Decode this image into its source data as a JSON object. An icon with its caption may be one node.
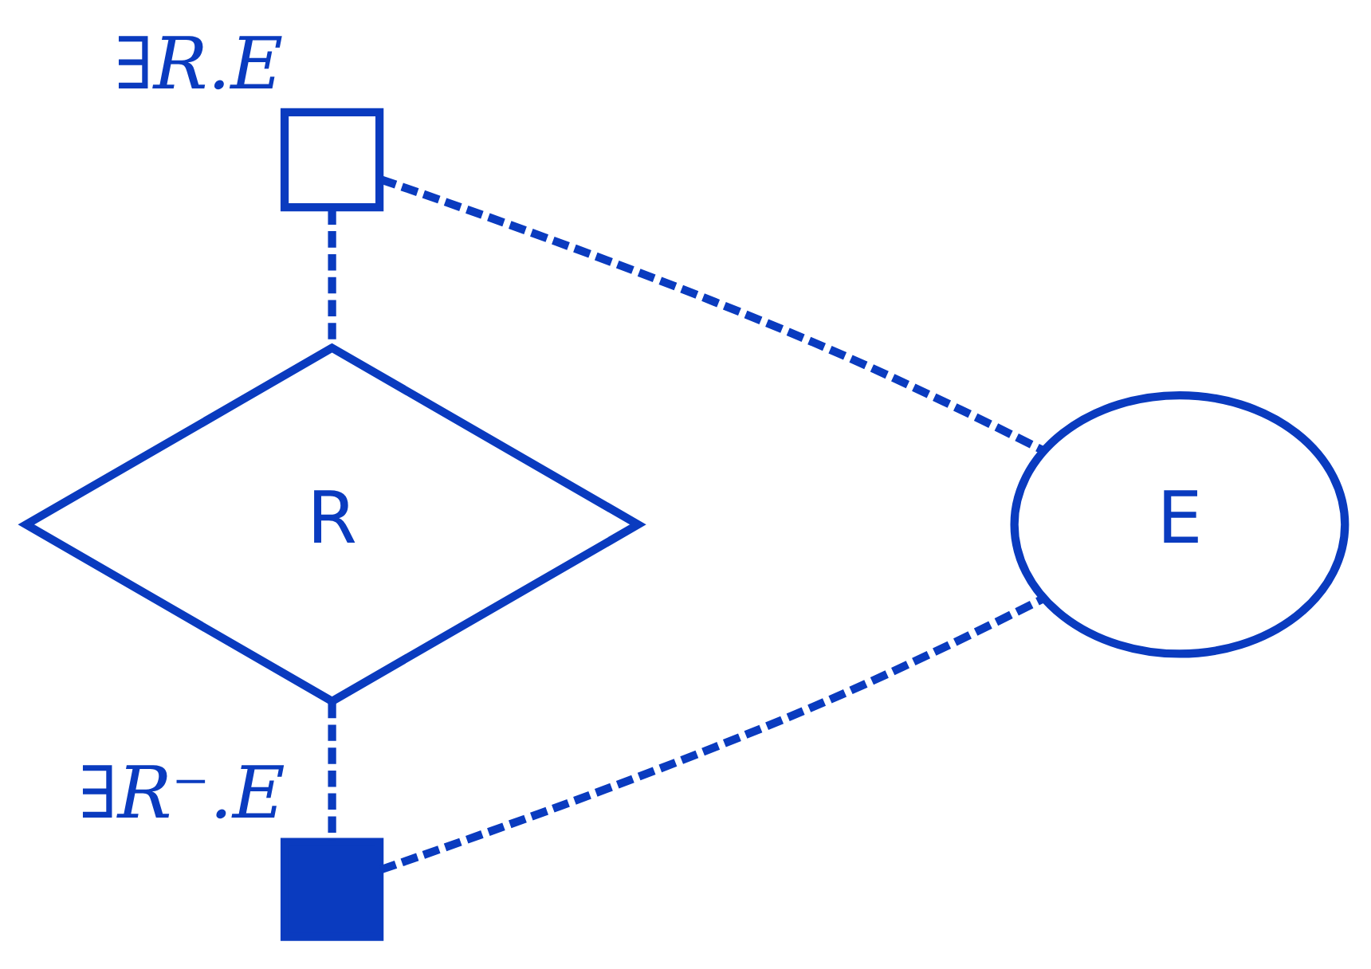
{
  "diagram": {
    "nodes": [
      {
        "text": [],
        "shape": "box",
        "beside": [
          "∃R.E"
        ]
      },
      {
        "text": [
          "R"
        ]
      },
      {
        "text": [],
        "shape": "box",
        "beside": [
          "∃R⁻.E"
        ]
      },
      {
        "text": [
          "E"
        ]
      }
    ],
    "edges": [
      {
        "from": 0,
        "to": 1,
        "arrow": "none",
        "style": "dashed"
      },
      {
        "from": 1,
        "to": 2,
        "arrow": "none",
        "style": "dashed"
      },
      {
        "from": 0,
        "to": 3,
        "arrow": "none",
        "style": "dashed"
      },
      {
        "from": 2,
        "to": 3,
        "arrow": "none",
        "style": "dashed"
      }
    ]
  }
}
